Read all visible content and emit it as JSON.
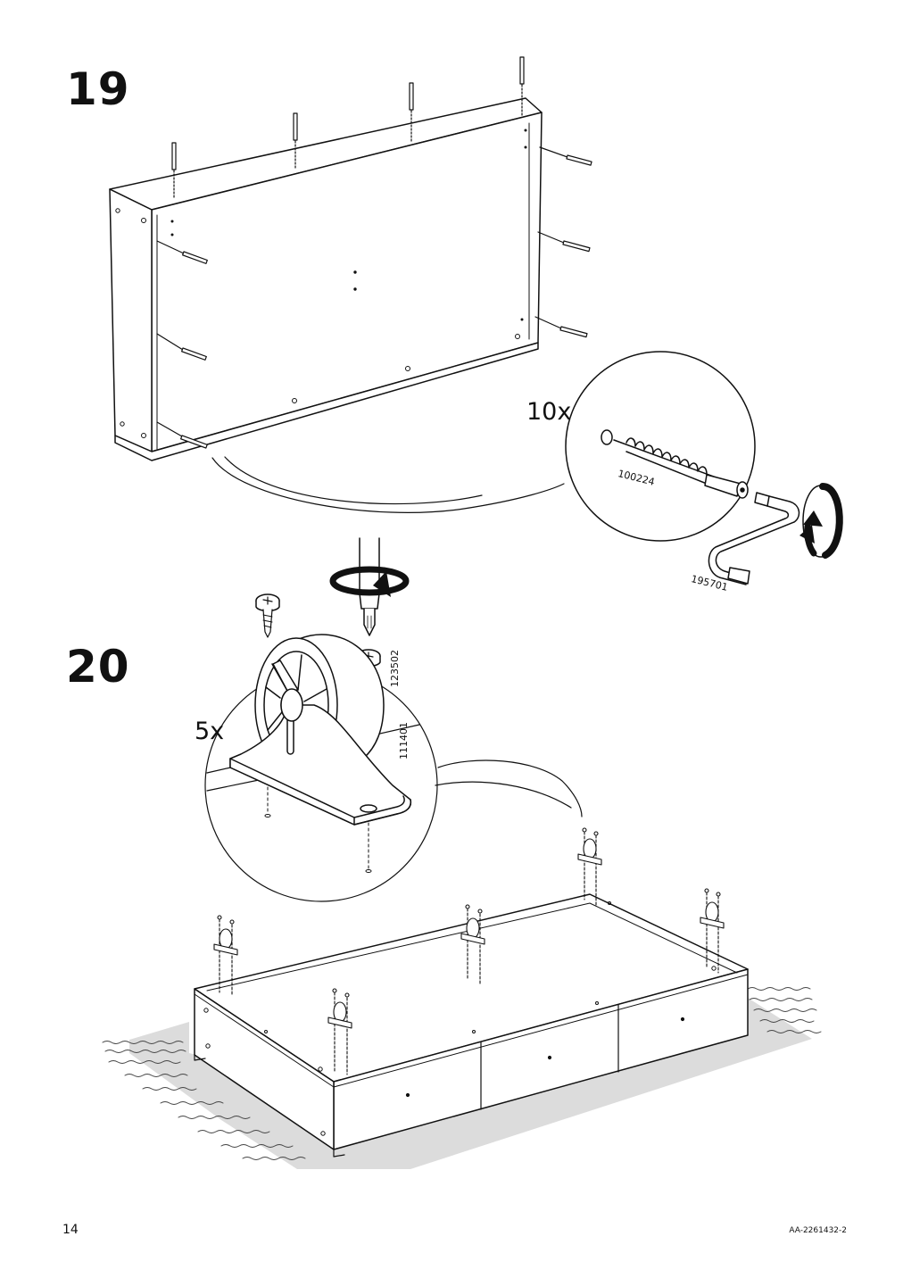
{
  "steps": [
    {
      "number": "19",
      "quantity": "10x",
      "parts": [
        "100224",
        "195701"
      ]
    },
    {
      "number": "20",
      "quantity": "5x",
      "parts": [
        "123502",
        "111401"
      ]
    }
  ],
  "footer": {
    "page_number": "14",
    "document_code": "AA-2261432-2"
  },
  "icons": {
    "dowel": "wooden-dowel-icon",
    "screw": "screw-icon",
    "key": "allen-key-icon",
    "screwdriver": "screwdriver-icon",
    "caster": "caster-wheel-icon",
    "rotate_arrow": "rotate-arrow-icon"
  }
}
